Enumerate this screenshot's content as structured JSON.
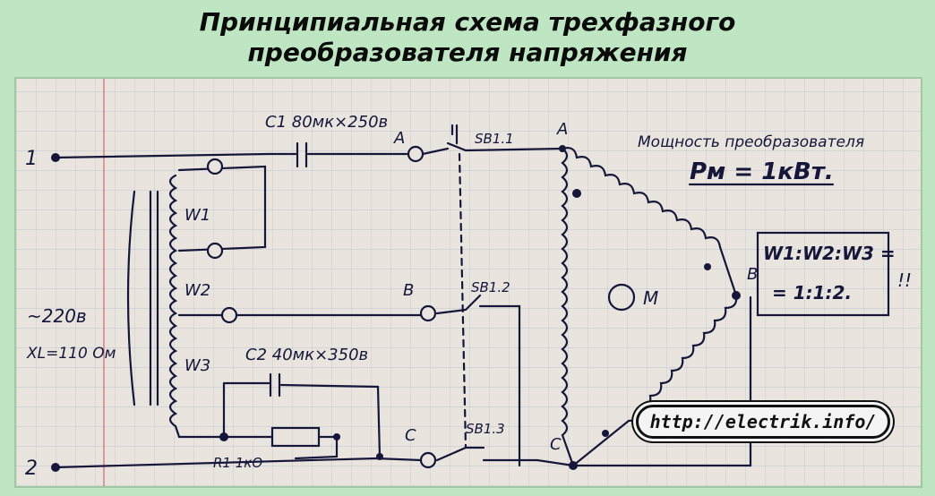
{
  "title": {
    "line1": "Принципиальная схема трехфазного",
    "line2": "преобразователя напряжения"
  },
  "watermark": "http://electrik.info/",
  "labels": {
    "terminal_1": "1",
    "terminal_2": "2",
    "c1": "C1 80мк×250в",
    "c2": "C2 40мк×350в",
    "w1": "W1",
    "w2": "W2",
    "w3": "W3",
    "voltage": "~220в",
    "reactance": "XL=110 Ом",
    "r1": "R1 1кО",
    "point_a_left": "A",
    "point_b_left": "B",
    "point_c_left": "C",
    "sb11": "SB1.1",
    "sb12": "SB1.2",
    "sb13": "SB1.3",
    "motor_a": "A",
    "motor_b": "B",
    "motor_c": "C",
    "motor": "M",
    "power_title": "Мощность преобразователя",
    "power_value": "Pм = 1кВт.",
    "ratio_line1": "W1:W2:W3 =",
    "ratio_line2": "= 1:1:2.",
    "exclaim": "!!"
  },
  "colors": {
    "ink": "#16163a",
    "paper": "#e9e4dd",
    "frame": "#bfe6c2"
  }
}
